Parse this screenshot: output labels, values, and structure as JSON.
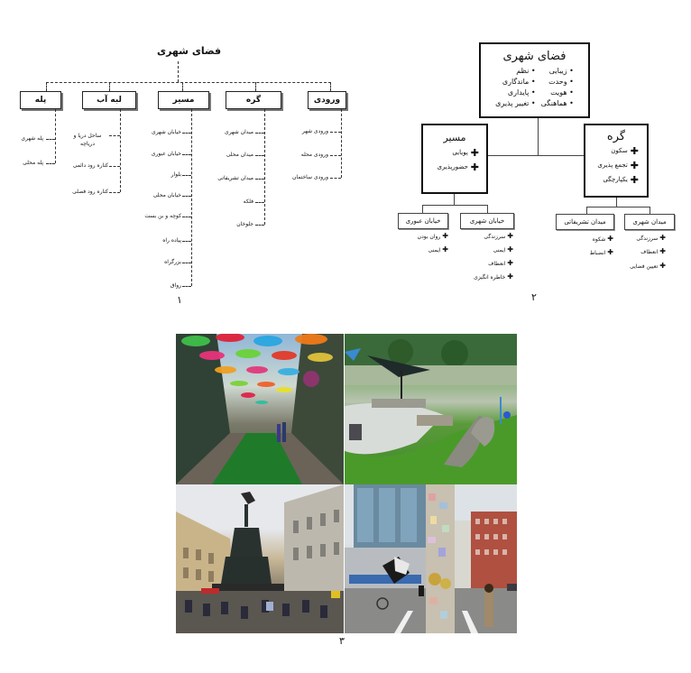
{
  "diagram1": {
    "title": "فضای شهری",
    "caption": "۱",
    "categories": [
      {
        "label": "پله",
        "items": [
          "پله شهری",
          "پله محلی"
        ]
      },
      {
        "label": "لبه آب",
        "items": [
          "ساحل دریا و دریاچه",
          "کناره رود دائمی",
          "کناره رود فصلی"
        ]
      },
      {
        "label": "مسیر",
        "items": [
          "خیابان شهری",
          "خیابان عبوری",
          "بلوار",
          "خیابان محلی",
          "کوچه و بن بست",
          "پیاده راه",
          "بزرگراه",
          "رواق"
        ]
      },
      {
        "label": "گره",
        "items": [
          "میدان شهری",
          "میدان محلی",
          "میدان تشریفاتی",
          "فلکه",
          "جلوخان"
        ]
      },
      {
        "label": "ورودی",
        "items": [
          "ورودی شهر",
          "ورودی محله",
          "ورودی ساختمان"
        ]
      }
    ]
  },
  "diagram2": {
    "caption": "۲",
    "root": {
      "title": "فضای شهری",
      "qualities_right": [
        "زیبایی",
        "وحدت",
        "هویت",
        "هماهنگی"
      ],
      "qualities_left": [
        "نظم",
        "ماندگاری",
        "پایداری",
        "تغییر پذیری"
      ]
    },
    "path": {
      "title": "مسیر",
      "qualities": [
        "پویایی",
        "حضورپذیری"
      ],
      "children": [
        {
          "label": "خیابان شهری",
          "qualities": [
            "سرزندگی",
            "ایمنی",
            "انعطاف",
            "خاطره انگیزی"
          ]
        },
        {
          "label": "خیابان عبوری",
          "qualities": [
            "روان بودن",
            "ایمنی"
          ]
        }
      ]
    },
    "node": {
      "title": "گره",
      "qualities": [
        "سکون",
        "تجمع پذیری",
        "یکپارچگی"
      ],
      "children": [
        {
          "label": "میدان شهری",
          "qualities": [
            "سرزندگی",
            "انعطاف",
            "تعیین فضایی"
          ]
        },
        {
          "label": "میدان تشریفاتی",
          "qualities": [
            "شکوه",
            "انضباط"
          ]
        }
      ]
    },
    "bullet_icon": "plus-icon"
  },
  "photos": {
    "caption": "۳",
    "items": [
      {
        "name": "umbrella-street-photo",
        "description": "street with colorful hanging umbrellas and green painted pavement"
      },
      {
        "name": "playground-park-photo",
        "description": "park with artificial grass, shade sails and sculptures"
      },
      {
        "name": "fountain-square-photo",
        "description": "city square with statue fountain and people sitting on steps"
      },
      {
        "name": "street-pole-photo",
        "description": "street corner with sticker-covered pole, cube sculpture and buildings"
      }
    ]
  }
}
